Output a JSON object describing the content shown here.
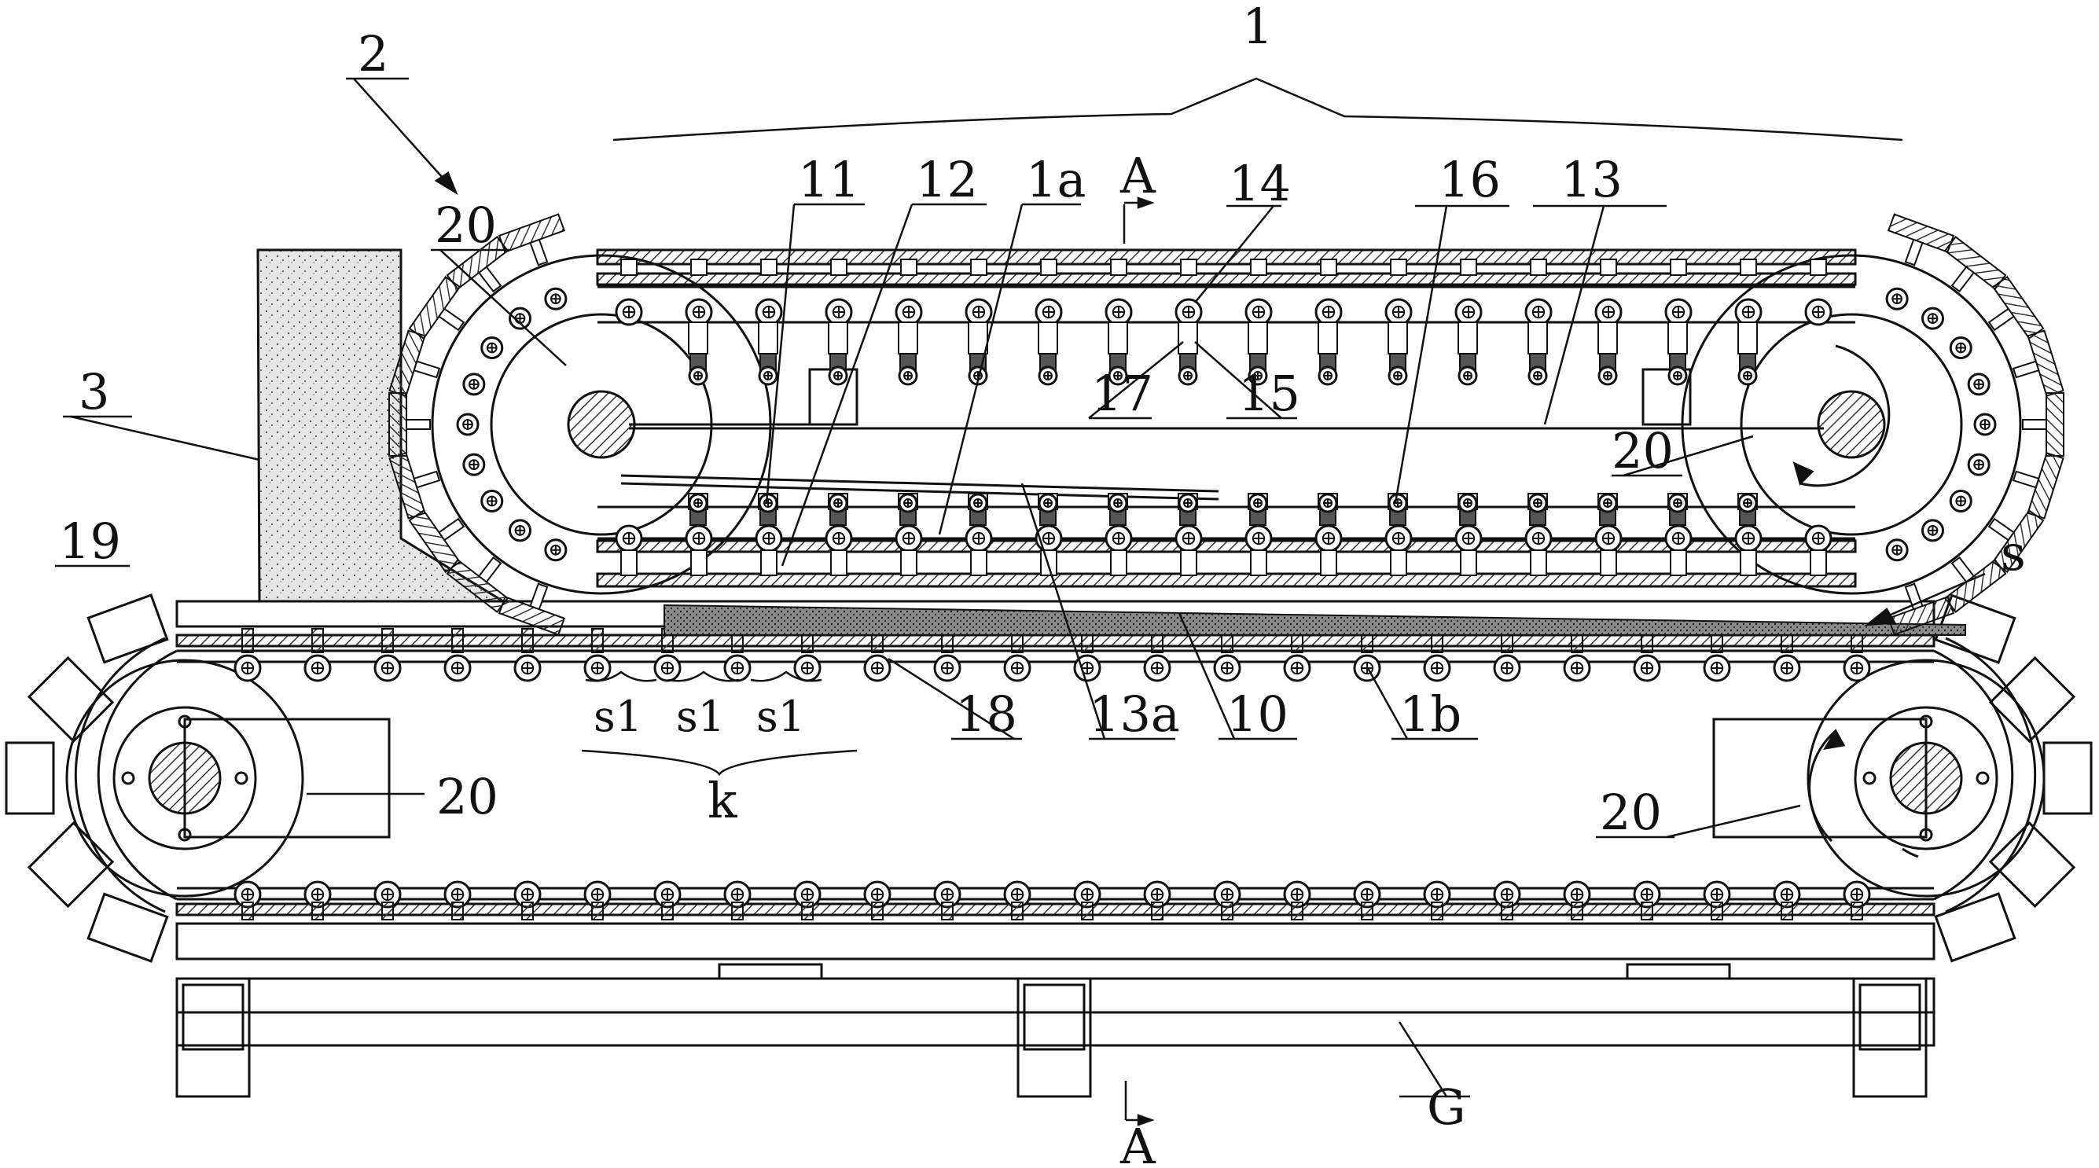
{
  "labels": {
    "l1": "1",
    "l2": "2",
    "l3": "3",
    "l10": "10",
    "l11": "11",
    "l12": "12",
    "l13": "13",
    "l13a": "13a",
    "l14": "14",
    "l15": "15",
    "l16": "16",
    "l17": "17",
    "l18": "18",
    "l19": "19",
    "l1a": "1a",
    "l1b": "1b",
    "l20a": "20",
    "l20b": "20",
    "l20c": "20",
    "l20d": "20",
    "s": "s",
    "s1a": "s1",
    "s1b": "s1",
    "s1c": "s1",
    "k": "k",
    "G": "G",
    "A_top": "A",
    "A_bottom": "A"
  },
  "colors": {
    "line": "#111111",
    "hatch": "#333333",
    "fill_dark": "#5a5a5a",
    "material": "#cfcfcf"
  }
}
